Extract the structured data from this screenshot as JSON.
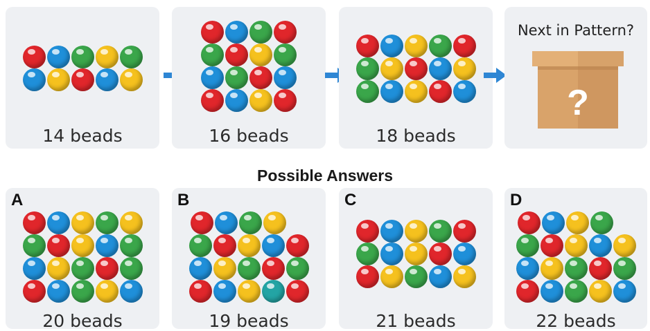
{
  "colors": {
    "red": "#e0262b",
    "blue": "#1f8fd9",
    "green": "#3aa64a",
    "yellow": "#f5c11e",
    "teal": "#23a4a4"
  },
  "sequence": [
    {
      "caption": "14 beads",
      "rows": [
        [
          "red",
          "blue",
          "green",
          "yellow",
          "green"
        ],
        [
          "blue",
          "yellow",
          "red",
          "blue",
          "yellow"
        ]
      ]
    },
    {
      "caption": "16 beads",
      "rows": [
        [
          "red",
          "blue",
          "green",
          "red"
        ],
        [
          "green",
          "red",
          "yellow",
          "green"
        ],
        [
          "blue",
          "green",
          "red",
          "blue"
        ],
        [
          "red",
          "blue",
          "yellow",
          "red"
        ]
      ]
    },
    {
      "caption": "18 beads",
      "rows": [
        [
          "red",
          "blue",
          "yellow",
          "green",
          "red"
        ],
        [
          "green",
          "yellow",
          "red",
          "blue",
          "yellow"
        ],
        [
          "green",
          "blue",
          "yellow",
          "red",
          "blue"
        ]
      ]
    }
  ],
  "mystery": {
    "title": "Next in Pattern?",
    "symbol": "?"
  },
  "answers_heading": "Possible Answers",
  "answers": [
    {
      "letter": "A",
      "caption": "20 beads",
      "rows": [
        [
          "red",
          "blue",
          "yellow",
          "green",
          "yellow"
        ],
        [
          "green",
          "red",
          "yellow",
          "blue",
          "green"
        ],
        [
          "blue",
          "yellow",
          "green",
          "red",
          "green"
        ],
        [
          "red",
          "blue",
          "green",
          "yellow",
          "blue"
        ]
      ]
    },
    {
      "letter": "B",
      "caption": "19 beads",
      "rows": [
        [
          "red",
          "blue",
          "green",
          "yellow"
        ],
        [
          "green",
          "red",
          "yellow",
          "blue",
          "red"
        ],
        [
          "blue",
          "yellow",
          "green",
          "red",
          "green"
        ],
        [
          "red",
          "blue",
          "yellow",
          "teal",
          "red"
        ]
      ]
    },
    {
      "letter": "C",
      "caption": "21 beads",
      "rows": [
        [
          "red",
          "blue",
          "yellow",
          "green",
          "red"
        ],
        [
          "green",
          "blue",
          "yellow",
          "red",
          "blue"
        ],
        [
          "red",
          "yellow",
          "green",
          "blue",
          "yellow"
        ]
      ]
    },
    {
      "letter": "D",
      "caption": "22 beads",
      "rows": [
        [
          "red",
          "blue",
          "yellow",
          "green"
        ],
        [
          "green",
          "red",
          "yellow",
          "blue",
          "yellow"
        ],
        [
          "blue",
          "yellow",
          "green",
          "red",
          "green"
        ],
        [
          "red",
          "blue",
          "green",
          "yellow",
          "blue"
        ]
      ]
    }
  ]
}
